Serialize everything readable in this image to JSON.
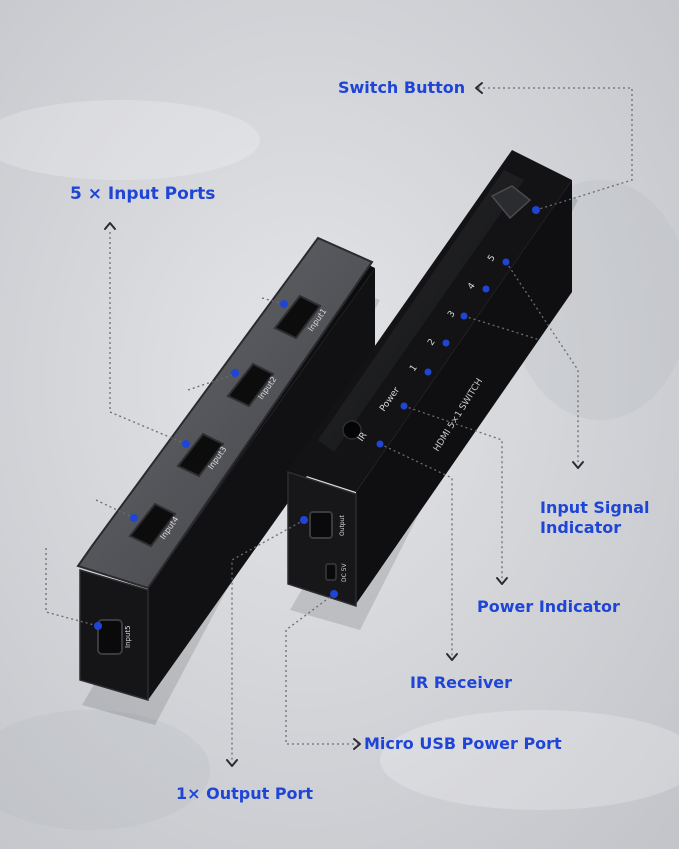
{
  "colors": {
    "accent": "#1f45d6",
    "background": "#d7d8dc",
    "device_body": "#141416",
    "device_edge": "#3b3c40",
    "device_face": "#55565a"
  },
  "labels": {
    "switch_button": "Switch Button",
    "input_ports": "5 × Input Ports",
    "input_signal_line1": "Input Signal",
    "input_signal_line2": "Indicator",
    "power_indicator": "Power Indicator",
    "ir_receiver": "IR Receiver",
    "micro_usb": "Micro USB Power Port",
    "output_port": "1× Output Port"
  },
  "device_left": {
    "port_labels": [
      "Input1",
      "Input2",
      "Input3",
      "Input4",
      "Input5"
    ]
  },
  "device_right": {
    "indicator_labels": [
      "IR",
      "Power",
      "1",
      "2",
      "3",
      "4",
      "5"
    ],
    "brand_text": "HDMI 5×1 SWITCH",
    "port_labels": [
      "Output",
      "DC 5V"
    ]
  },
  "icons": [
    "arrow-left-icon",
    "arrow-up-icon",
    "arrow-down-icon",
    "arrow-right-icon",
    "pointer-dot-icon"
  ]
}
